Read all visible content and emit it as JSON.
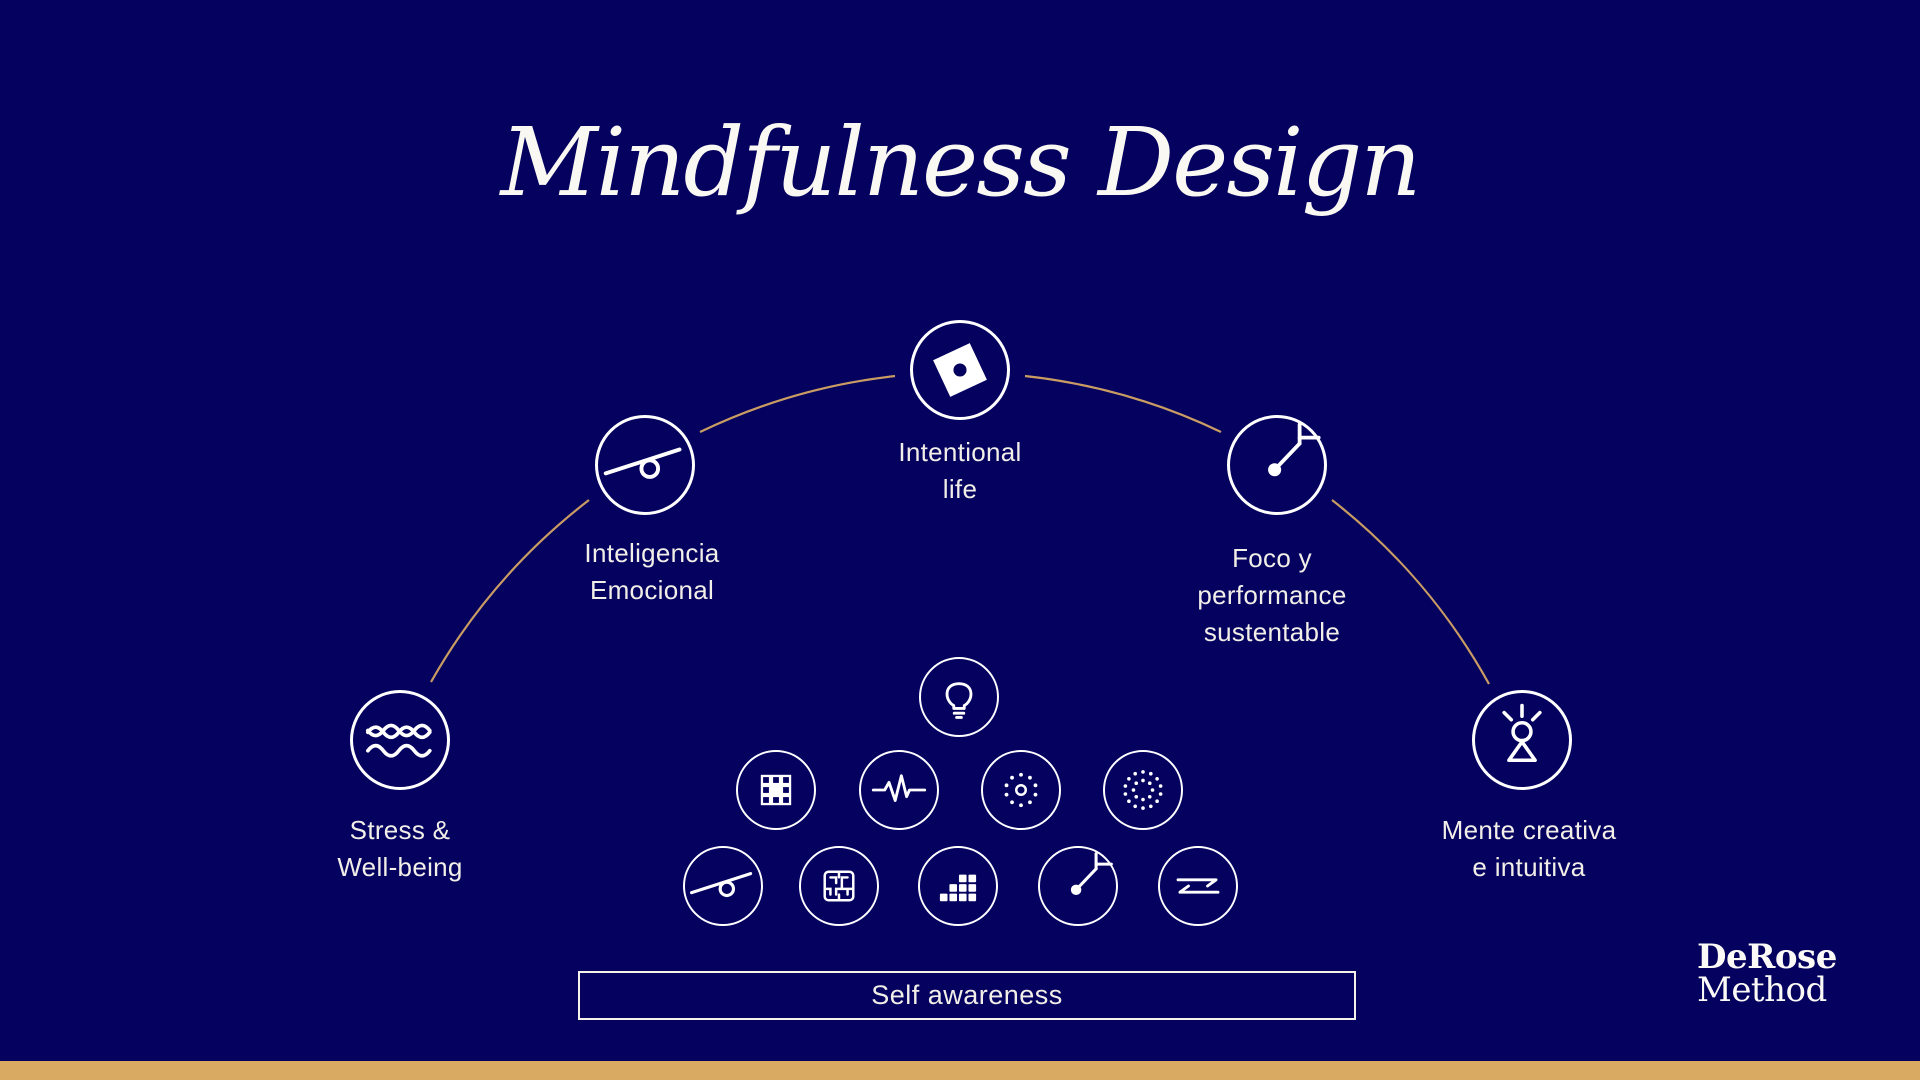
{
  "title": "Mindfulness Design",
  "brand": {
    "name_top": "DeRose",
    "name_bottom": "Method"
  },
  "arc_nodes": {
    "stress": {
      "label": "Stress &\nWell-being",
      "icon": "waves-icon"
    },
    "inteligencia": {
      "label": "Inteligencia\nEmocional",
      "icon": "balance-icon"
    },
    "intentional": {
      "label": "Intentional\nlife",
      "icon": "compass-icon"
    },
    "foco": {
      "label": "Foco y\nperformance\nsustentable",
      "icon": "clock-branch-icon"
    },
    "mente": {
      "label": "Mente creativa\ne intuitiva",
      "icon": "radiant-person-icon"
    }
  },
  "pyramid": {
    "row1_icons": [
      "lightbulb-icon"
    ],
    "row2_icons": [
      "grid-icon",
      "pulse-icon",
      "dotted-ring-icon",
      "double-dotted-ring-icon"
    ],
    "row3_icons": [
      "balance-icon",
      "maze-icon",
      "ascending-blocks-icon",
      "clock-branch-icon",
      "swap-arrows-icon"
    ],
    "base_label": "Self awareness"
  },
  "colors": {
    "background": "#04015f",
    "accent_gold_bar": "#d9ab62",
    "arc_line": "#c99c63",
    "label_text": "#f2efe8",
    "icon_stroke": "#ffffff"
  }
}
